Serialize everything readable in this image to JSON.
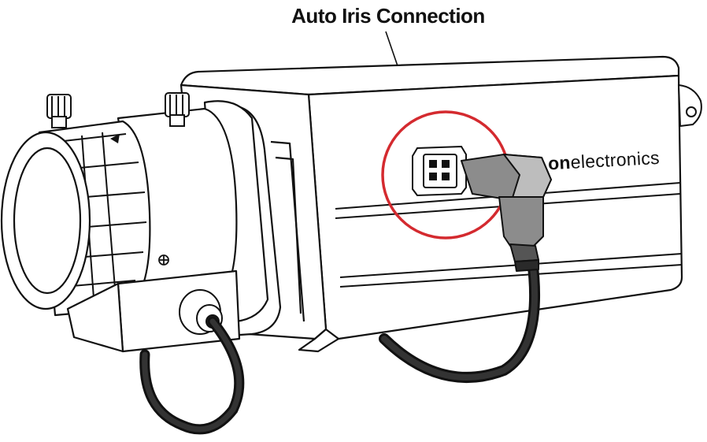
{
  "callout": {
    "label": "Auto Iris Connection"
  },
  "camera": {
    "brand_bold": "on",
    "brand_rest": "electronics"
  },
  "colors": {
    "outline": "#111111",
    "highlight_ring": "#d42a2f",
    "connector_gray": "#8c8c8c",
    "connector_dark": "#2a2a2a",
    "body_fill": "#ffffff",
    "shade": "#e8e8e8"
  },
  "icons": {
    "iris_socket": "four-pin-socket-icon",
    "focus_mark": "triangle-mark-icon"
  }
}
